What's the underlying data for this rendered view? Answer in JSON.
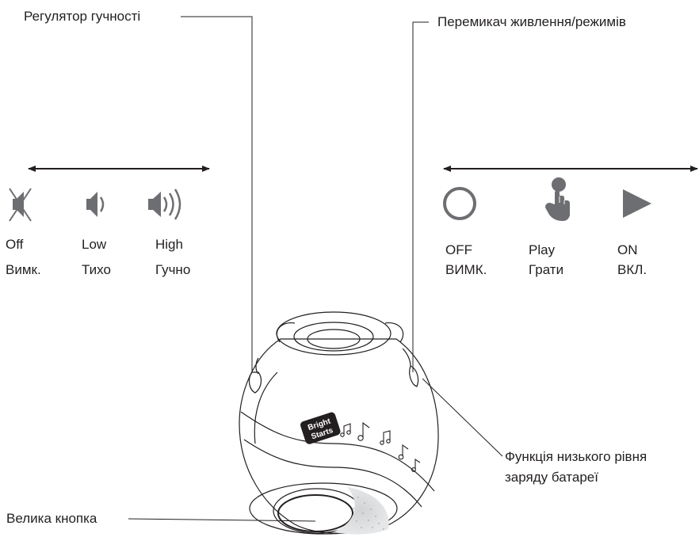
{
  "callouts": {
    "volume_control": "Регулятор гучності",
    "power_mode_switch": "Перемикач живлення/режимів",
    "low_battery": [
      "Функція низького рівня",
      "заряду батареї"
    ],
    "big_button": "Велика кнопка"
  },
  "volume": {
    "icons": [
      "speaker-muted-icon",
      "speaker-low-icon",
      "speaker-high-icon"
    ],
    "settings": [
      {
        "en": "Off",
        "uk": "Вимк."
      },
      {
        "en": "Low",
        "uk": "Тихо"
      },
      {
        "en": "High",
        "uk": "Гучно"
      }
    ]
  },
  "mode": {
    "icons": [
      "circle-off-icon",
      "hand-press-icon",
      "play-triangle-icon"
    ],
    "settings": [
      {
        "en": "OFF",
        "uk": "ВИМК."
      },
      {
        "en": "Play",
        "uk": "Грати"
      },
      {
        "en": "ON",
        "uk": "ВКЛ."
      }
    ]
  },
  "device": {
    "logo_text": [
      "Bright",
      "Starts"
    ]
  },
  "colors": {
    "ink": "#231f20",
    "icon_gray": "#6d6e71",
    "light_gray": "#bcbec0"
  }
}
